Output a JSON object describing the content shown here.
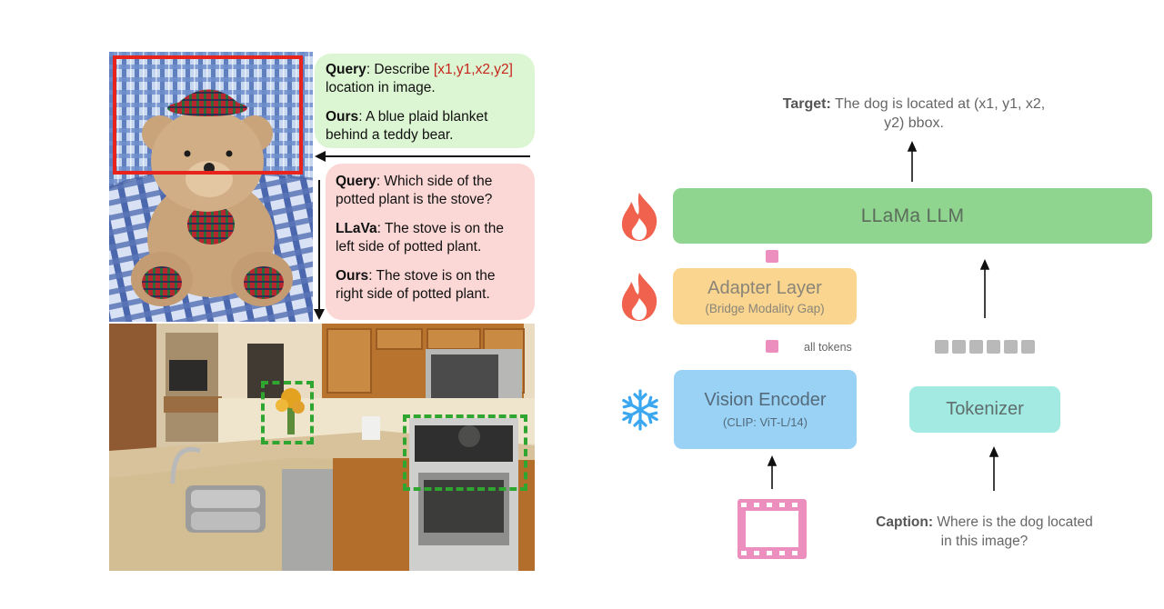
{
  "examples": {
    "first": {
      "query_label": "Query",
      "query_text": ": Describe ",
      "query_coords": "[x1,y1,x2,y2]",
      "query_tail": " location in image.",
      "ours_label": "Ours",
      "ours_text": ": A blue plaid blanket behind a teddy bear."
    },
    "second": {
      "query_label": "Query",
      "query_text": ": Which side of the potted plant is the stove?",
      "llava_label": "LLaVa",
      "llava_text": ": The stove is on the left side of potted plant.",
      "ours_label": "Ours",
      "ours_text": ": The stove is on the right side of potted plant."
    },
    "highlight_colors": {
      "box_red": "#e8231b",
      "box_green": "#2fa62f"
    }
  },
  "architecture": {
    "target_label": "Target:",
    "target_text": " The dog is located at (x1, y1, x2, y2) bbox.",
    "llm_label": "LLaMa LLM",
    "adapter_title": "Adapter Layer",
    "adapter_subtitle": "(Bridge Modality Gap)",
    "tokens_label": "all tokens",
    "vision_title": "Vision Encoder",
    "vision_subtitle": "(CLIP: ViT-L/14)",
    "tokenizer_label": "Tokenizer",
    "caption_label": "Caption:",
    "caption_text": " Where is the dog located in this image?",
    "icons": {
      "trainable": "fire-icon",
      "frozen": "snowflake-icon",
      "image_input": "film-frame-icon"
    },
    "colors": {
      "llm": "#8fd48f",
      "adapter": "#f9d58f",
      "vision": "#9ad2f5",
      "tokenizer": "#a2eae2",
      "fire": "#f0624d",
      "snowflake": "#3aa7f0",
      "image_token": "#ec8fbf",
      "text_token": "#b9b9b9"
    }
  }
}
